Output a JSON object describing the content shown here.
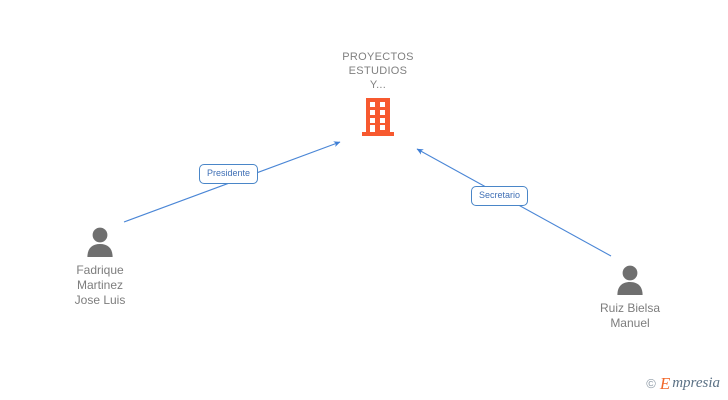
{
  "diagram": {
    "type": "org-relationship-graph",
    "background_color": "#ffffff",
    "edge_color": "#4a86d6",
    "company_icon_color": "#f7592f",
    "person_icon_color": "#6f6f6f",
    "label_text_color": "#7d7d7d",
    "chip_border_color": "#4a86c8",
    "chip_text_color": "#3f6fb5"
  },
  "company": {
    "name": "PROYECTOS\nESTUDIOS\nY...",
    "icon": "building-icon"
  },
  "people": [
    {
      "name": "Fadrique\nMartinez\nJose Luis",
      "icon": "person-icon",
      "role": "Presidente"
    },
    {
      "name": "Ruiz Bielsa\nManuel",
      "icon": "person-icon",
      "role": "Secretario"
    }
  ],
  "roles": {
    "presidente": "Presidente",
    "secretario": "Secretario"
  },
  "watermark": {
    "copyright": "©",
    "brand_initial": "E",
    "brand_rest": "mpresia"
  }
}
